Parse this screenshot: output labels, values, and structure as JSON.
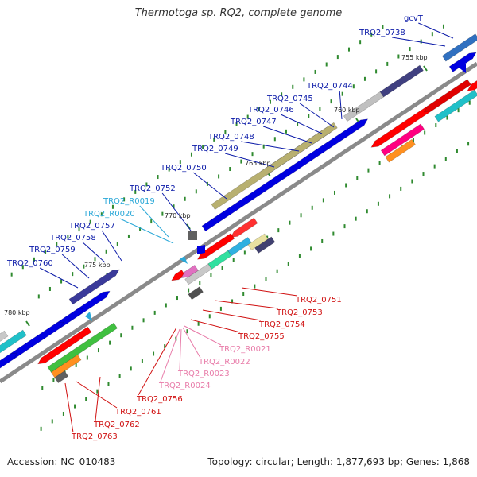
{
  "title": "Thermotoga sp. RQ2, complete genome",
  "accession_text": "Accession: NC_010483",
  "topology_text": "Topology: circular; Length: 1,877,693 bp; Genes: 1,868",
  "colors": {
    "backbone": "#8a8a8a",
    "upper_label": "#0b1aa8",
    "rna_upper_label": "#2aa8d8",
    "lower_label": "#d01010",
    "rna_lower_label": "#e87aa8",
    "tick": "#2f8a2f"
  },
  "kbp_labels": [
    "755 kbp",
    "760 kbp",
    "765 kbp",
    "770 kbp",
    "775 kbp",
    "780 kbp"
  ],
  "upper_labels": [
    {
      "text": "gcvT",
      "kind": "gene"
    },
    {
      "text": "TRQ2_0738",
      "kind": "gene"
    },
    {
      "text": "TRQ2_0744",
      "kind": "gene"
    },
    {
      "text": "TRQ2_0745",
      "kind": "gene"
    },
    {
      "text": "TRQ2_0746",
      "kind": "gene"
    },
    {
      "text": "TRQ2_0747",
      "kind": "gene"
    },
    {
      "text": "TRQ2_0748",
      "kind": "gene"
    },
    {
      "text": "TRQ2_0749",
      "kind": "gene"
    },
    {
      "text": "TRQ2_0750",
      "kind": "gene"
    },
    {
      "text": "TRQ2_0752",
      "kind": "gene"
    },
    {
      "text": "TRQ2_R0019",
      "kind": "rna"
    },
    {
      "text": "TRQ2_R0020",
      "kind": "rna"
    },
    {
      "text": "TRQ2_0757",
      "kind": "gene"
    },
    {
      "text": "TRQ2_0758",
      "kind": "gene"
    },
    {
      "text": "TRQ2_0759",
      "kind": "gene"
    },
    {
      "text": "TRQ2_0760",
      "kind": "gene"
    }
  ],
  "lower_labels": [
    {
      "text": "TRQ2_0751",
      "kind": "gene"
    },
    {
      "text": "TRQ2_0753",
      "kind": "gene"
    },
    {
      "text": "TRQ2_0754",
      "kind": "gene"
    },
    {
      "text": "TRQ2_0755",
      "kind": "gene"
    },
    {
      "text": "TRQ2_R0021",
      "kind": "rna"
    },
    {
      "text": "TRQ2_R0022",
      "kind": "rna"
    },
    {
      "text": "TRQ2_R0023",
      "kind": "rna"
    },
    {
      "text": "TRQ2_R0024",
      "kind": "rna"
    },
    {
      "text": "TRQ2_0756",
      "kind": "gene"
    },
    {
      "text": "TRQ2_0761",
      "kind": "gene"
    },
    {
      "text": "TRQ2_0762",
      "kind": "gene"
    },
    {
      "text": "TRQ2_0763",
      "kind": "gene"
    }
  ]
}
